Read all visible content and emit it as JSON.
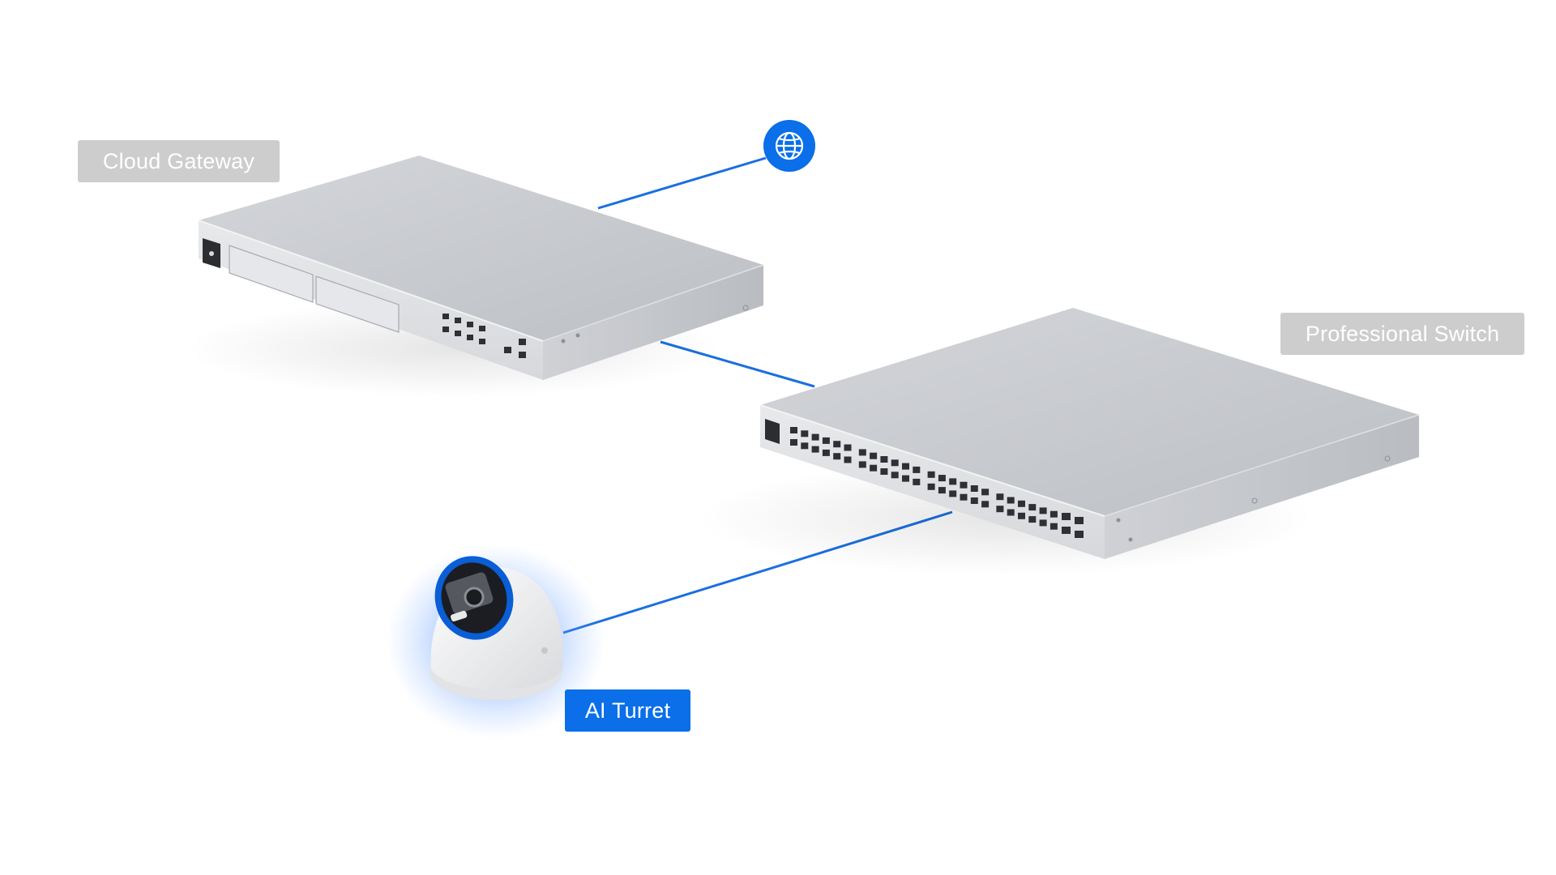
{
  "labels": {
    "cloud_gateway": "Cloud Gateway",
    "professional_switch": "Professional Switch",
    "ai_turret": "AI Turret"
  },
  "icons": {
    "internet": "globe-icon"
  },
  "colors": {
    "link": "#1a6fe0",
    "accent": "#0a6fe8",
    "label_grey": "#cdcdcd",
    "device_body": "#c9cbcf",
    "background": "#ffffff"
  },
  "connections": [
    {
      "from": "internet",
      "to": "cloud_gateway"
    },
    {
      "from": "cloud_gateway",
      "to": "professional_switch"
    },
    {
      "from": "professional_switch",
      "to": "ai_turret"
    }
  ]
}
